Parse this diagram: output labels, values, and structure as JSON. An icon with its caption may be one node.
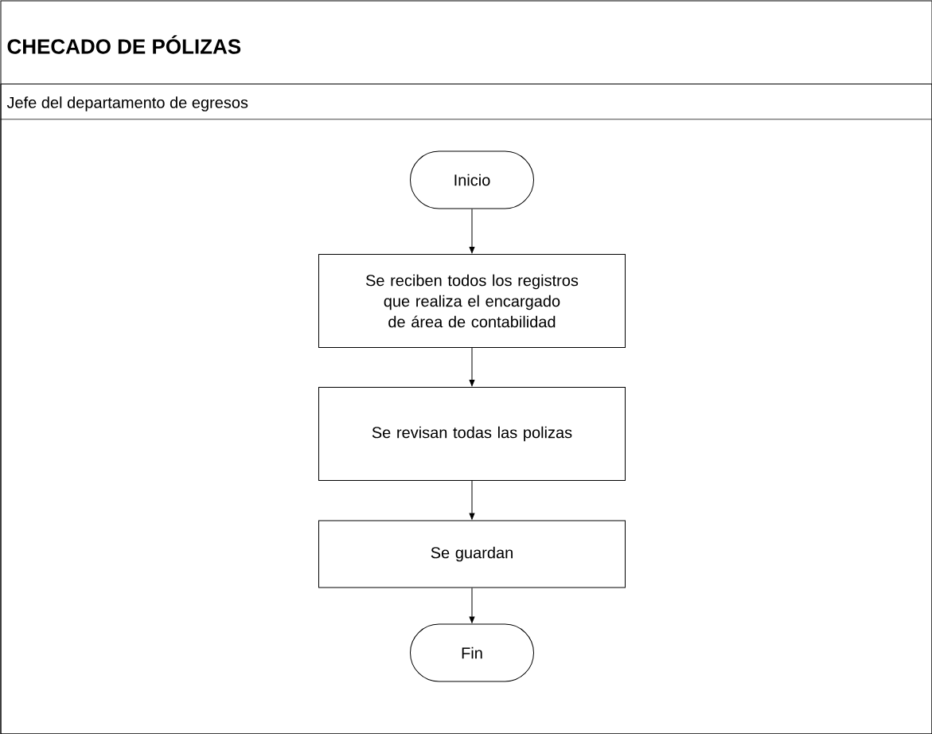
{
  "diagram": {
    "nodes": [
      {
        "text": [
          "CHECADO DE PÓLIZAS"
        ]
      },
      {
        "text": [
          "Jefe del departamento de egresos"
        ],
        "in": 0
      },
      {
        "text": [
          "Inicio"
        ],
        "in": 1
      },
      {
        "text": [
          "Se reciben todos los registros que realiza el encargado de área de contabilidad"
        ],
        "in": 1
      },
      {
        "text": [
          "Se revisan todas las polizas"
        ],
        "in": 1
      },
      {
        "text": [
          "Se guardan"
        ],
        "in": 1
      },
      {
        "text": [
          "Fin"
        ],
        "in": 1
      }
    ],
    "edges": [
      {
        "from": 2,
        "to": 3,
        "arrow": "to"
      },
      {
        "from": 3,
        "to": 4,
        "arrow": "to"
      },
      {
        "from": 4,
        "to": 5,
        "arrow": "to"
      },
      {
        "from": 5,
        "to": 6,
        "arrow": "to"
      }
    ]
  }
}
